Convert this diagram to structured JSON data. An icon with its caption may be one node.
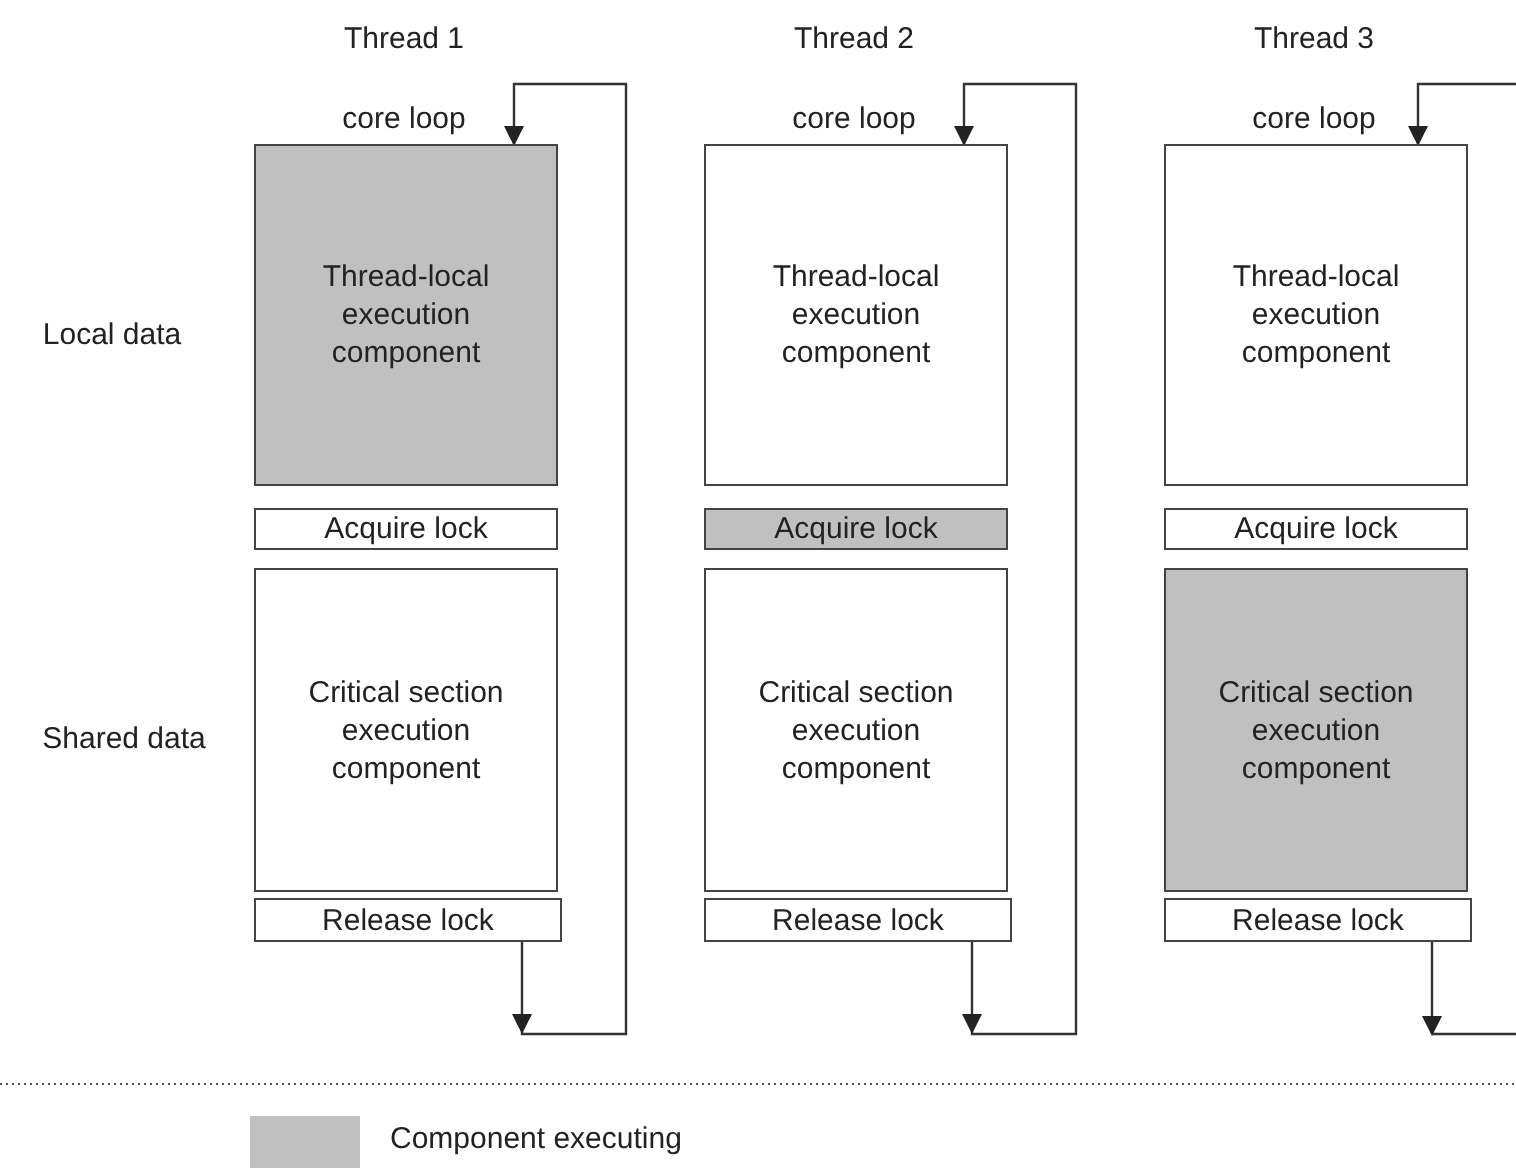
{
  "diagram": {
    "nodes": [
      {
        "text": [
          "Thread-local execution component"
        ],
        "beside": [
          "core loop"
        ]
      },
      {
        "text": [
          "Acquire lock"
        ]
      },
      {
        "text": [
          "Critical section execution component"
        ]
      },
      {
        "text": [
          "Release lock"
        ]
      },
      {
        "text": [
          "Thread-local execution component"
        ],
        "beside": [
          "core loop"
        ]
      },
      {
        "text": [
          "Acquire lock"
        ]
      },
      {
        "text": [
          "Critical section execution component"
        ]
      },
      {
        "text": [
          "Release lock"
        ]
      },
      {
        "text": [
          "Thread-local execution component"
        ],
        "beside": [
          "core loop"
        ]
      },
      {
        "text": [
          "Acquire lock"
        ]
      },
      {
        "text": [
          "Critical section execution component"
        ]
      },
      {
        "text": [
          "Release lock"
        ]
      }
    ],
    "edges": [
      {
        "from": 3,
        "to": 0,
        "arrow": "to"
      },
      {
        "from": 7,
        "to": 4,
        "arrow": "to"
      },
      {
        "from": 11,
        "to": null,
        "arrow": "to"
      },
      {
        "from": null,
        "to": 8,
        "arrow": "to"
      }
    ],
    "labels": [
      "Thread 1",
      "Thread 2",
      "Thread 3",
      "Local data",
      "Shared data"
    ],
    "legend": [
      {
        "text": "Component executing",
        "color": "#c0c0c0"
      }
    ]
  }
}
